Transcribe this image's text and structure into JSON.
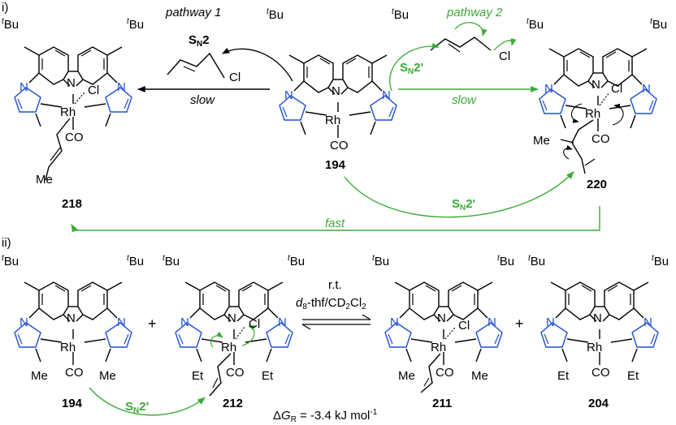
{
  "colors": {
    "ink": "#000000",
    "nitrogen": "#1f4fd1",
    "green": "#3aaa35"
  },
  "atoms": {
    "rh": "Rh",
    "n": "N",
    "cl": "Cl",
    "co": "CO",
    "tbu": "Bu",
    "t": "t",
    "me": "Me",
    "et": "Et"
  },
  "part_i": {
    "label": "i)",
    "pathway1": "pathway 1",
    "pathway2": "pathway 2",
    "sn2_main": "S",
    "sn2_sub": "N",
    "sn2_tail": "2",
    "sn2p_tail": "2'",
    "slow1": "slow",
    "slow2": "slow",
    "fast": "fast",
    "reagent_cl": "Cl",
    "compounds": [
      "218",
      "194",
      "220"
    ]
  },
  "part_ii": {
    "label": "ii)",
    "plus": "+",
    "conditions_line1": "r.t.",
    "conditions_d": "d",
    "conditions_d_sub": "8",
    "conditions_rest": "-thf/CD",
    "conditions_sub2": "2",
    "conditions_cl": "Cl",
    "conditions_sub2b": "2",
    "delta": "Δ",
    "g": "G",
    "g_sub": "R",
    "energy": " = -3.4 kJ mol",
    "energy_sup": "-1",
    "compounds": [
      "194",
      "212",
      "211",
      "204"
    ]
  }
}
